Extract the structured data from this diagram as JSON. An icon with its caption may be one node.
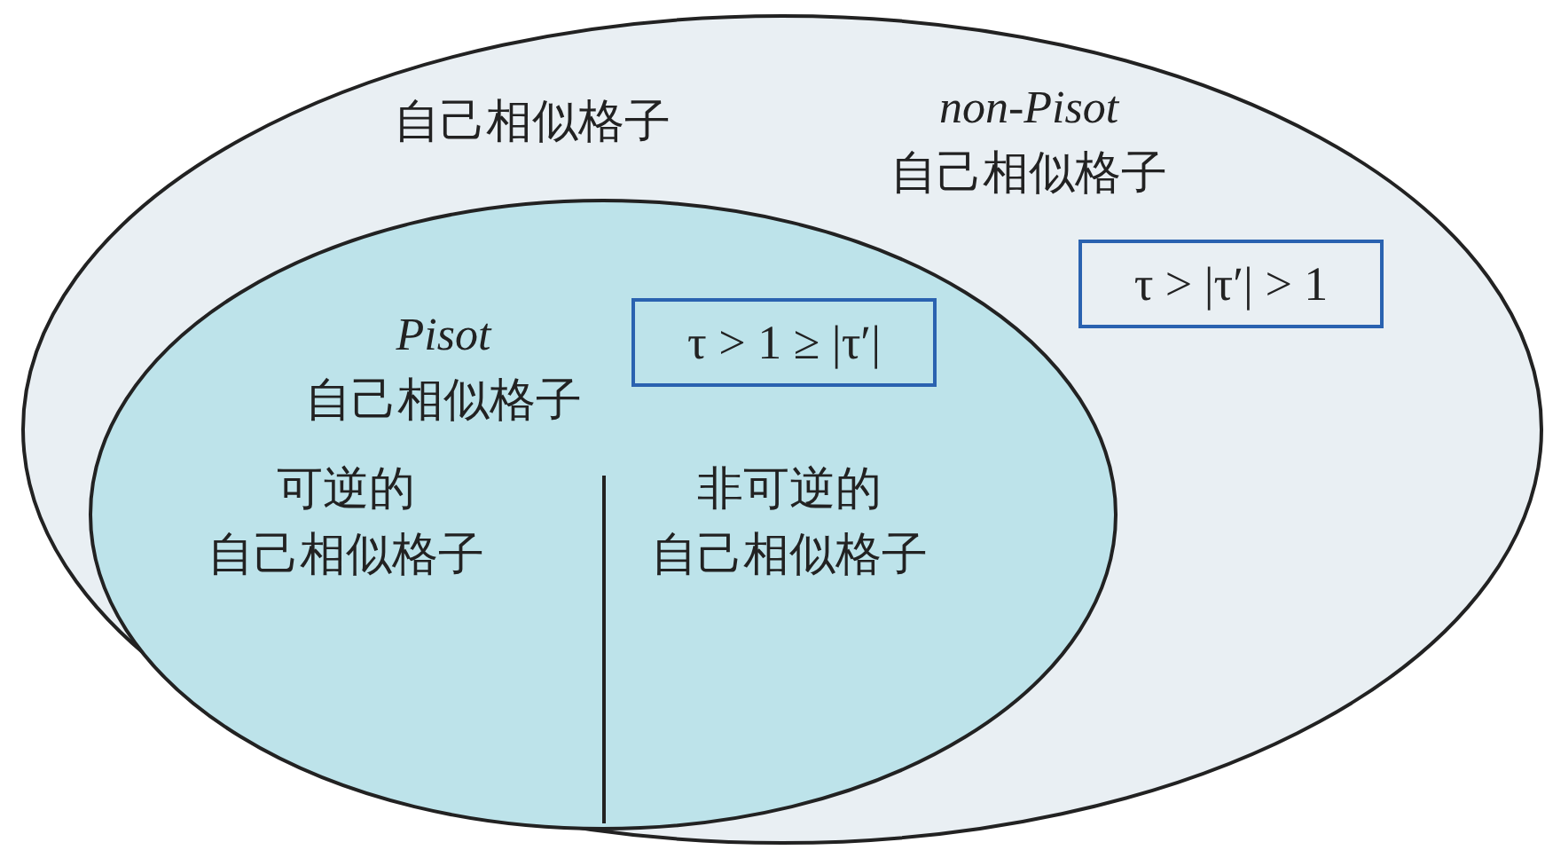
{
  "diagram": {
    "nodes": [
      {
        "text": [
          "自己相似格子"
        ]
      },
      {
        "text": [
          "*Pisot* 自己相似格子"
        ],
        "in": 0
      },
      {
        "text": [
          "τ > 1 ≥ |τ′|"
        ],
        "in": 1
      },
      {
        "text": [
          "τ > |τ′| > 1"
        ],
        "in": 0
      }
    ],
    "edges": [],
    "labels": [
      "*non-Pisot* 自己相似格子",
      "可逆的自己相似格子",
      "非可逆的自己相似格子"
    ]
  }
}
